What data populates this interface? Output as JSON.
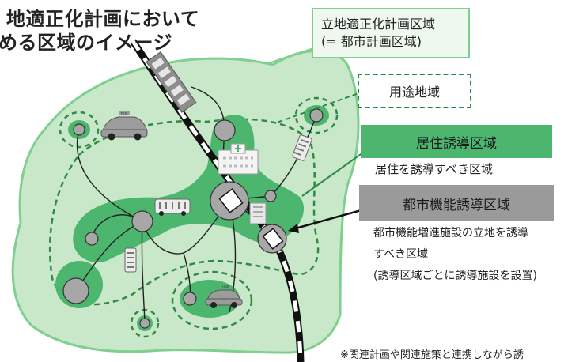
{
  "title": {
    "line1": "地適正化計画において",
    "line2": "める区域のイメージ"
  },
  "labels": {
    "location_area": "立地適正化計画区域",
    "location_area_sub": "(= 都市計画区域)",
    "use_district": "用途地域",
    "residential_area": "居住誘導区域",
    "residential_desc": "居住を誘導すべき区域",
    "urban_function_area": "都市機能誘導区域",
    "urban_desc": [
      "都市機能増進施設の立地を誘導",
      "すべき区域",
      "(誘導区域ごとに誘導施設を設置)"
    ],
    "taxi_sign": "TAXI"
  },
  "footnote": "※関連計画や関連施策と連携しながら誘",
  "colors": {
    "outer_green": "#c9e8c9",
    "outer_border": "#7fcf8f",
    "inner_green": "#4cb66e",
    "node_gray": "#a7a7a7",
    "dashed_green": "#2e8a45",
    "residential_fill": "#4cb66e",
    "urban_fill": "#9a9a9a"
  }
}
